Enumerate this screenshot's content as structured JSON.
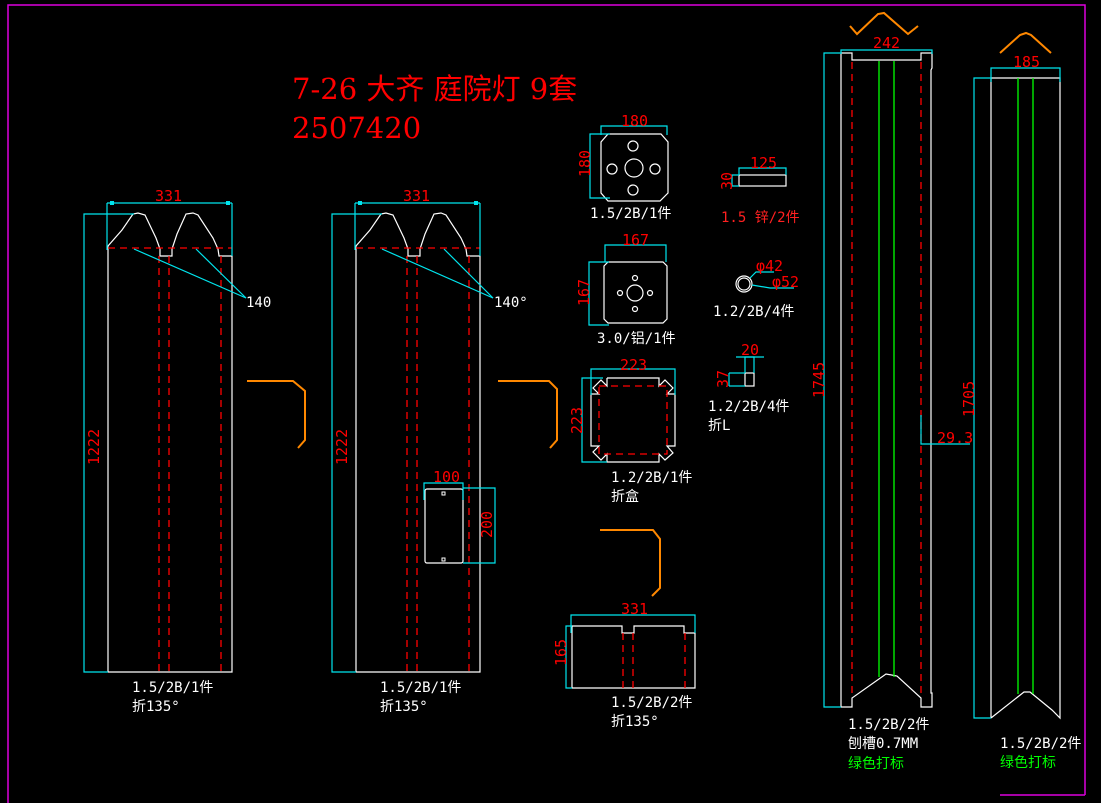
{
  "drawing": {
    "title_line1": "7-26 大齐 庭院灯 9套",
    "title_line2": "2507420",
    "colors": {
      "background": "#000000",
      "frame": "#dd00dd",
      "outline": "#ffffff",
      "dimension_line": "#00e5ee",
      "dimension_text": "#ff0000",
      "fold_line": "#ff0000",
      "green_mark": "#00ff00",
      "profile": "#ff8800"
    }
  },
  "parts": [
    {
      "id": "panel-a",
      "width_dim": "331",
      "height_dim": "1222",
      "angle_note": "140",
      "label_line1": "1.5/2B/1件",
      "label_line2": "折135°"
    },
    {
      "id": "panel-b",
      "width_dim": "331",
      "height_dim": "1222",
      "angle_note": "140°",
      "cutout_width": "100",
      "cutout_height": "200",
      "label_line1": "1.5/2B/1件",
      "label_line2": "折135°"
    },
    {
      "id": "top-plate",
      "width_dim": "180",
      "height_dim": "180",
      "label_line1": "1.5/2B/1件"
    },
    {
      "id": "alu-plate",
      "width_dim": "167",
      "height_dim": "167",
      "label_line1": "3.0/铝/1件"
    },
    {
      "id": "fold-box",
      "width_dim": "223",
      "height_dim": "223",
      "label_line1": "1.2/2B/1件",
      "label_line2": "折盒"
    },
    {
      "id": "zinc-strip",
      "width_dim": "125",
      "height_dim": "30",
      "label_line1": "1.5 锌/2件"
    },
    {
      "id": "ring",
      "inner_dim": "φ42",
      "outer_dim": "φ52",
      "label_line1": "1.2/2B/4件"
    },
    {
      "id": "l-bracket",
      "width_dim": "20",
      "height_dim": "37",
      "label_line1": "1.2/2B/4件",
      "label_line2": "折L"
    },
    {
      "id": "bottom-panel",
      "width_dim": "331",
      "height_dim": "165",
      "label_line1": "1.5/2B/2件",
      "label_line2": "折135°"
    },
    {
      "id": "tall-post",
      "width_dim": "242",
      "height_dim": "1745",
      "offset_dim": "29.3",
      "label_line1": "1.5/2B/2件",
      "label_line2": "刨槽0.7MM",
      "label_line3": "绿色打标"
    },
    {
      "id": "tall-post-2",
      "width_dim": "185",
      "height_dim": "1705",
      "label_line1": "1.5/2B/2件",
      "label_line2": "绿色打标"
    }
  ]
}
